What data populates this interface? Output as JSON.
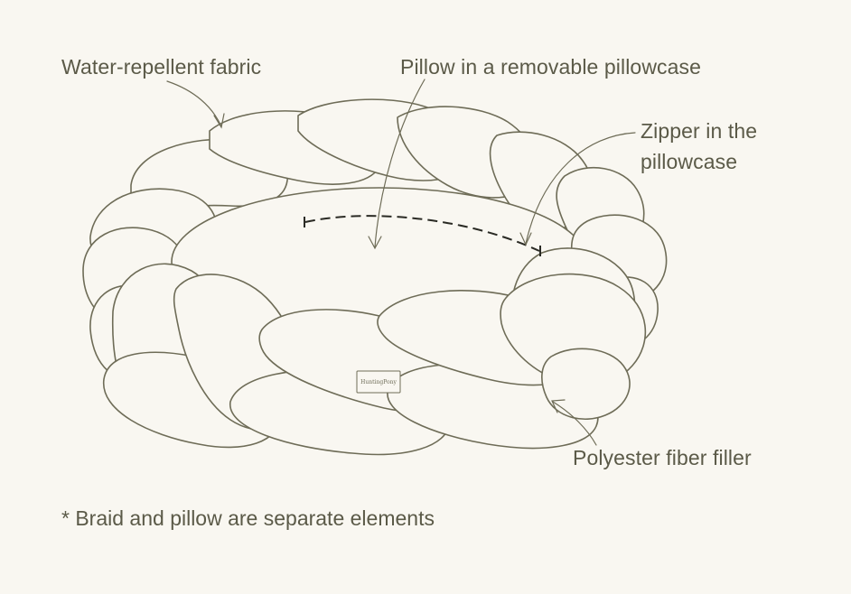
{
  "labels": {
    "fabric": "Water-repellent fabric",
    "pillow": "Pillow in a removable pillowcase",
    "zipper": "Zipper in the pillowcase",
    "filler": "Polyester fiber filler"
  },
  "footnote": "* Braid and pillow are separate elements",
  "tag_text": "HuntingPony",
  "colors": {
    "background": "#f9f7f1",
    "line": "#6e6c57",
    "text": "#5b5a48"
  }
}
